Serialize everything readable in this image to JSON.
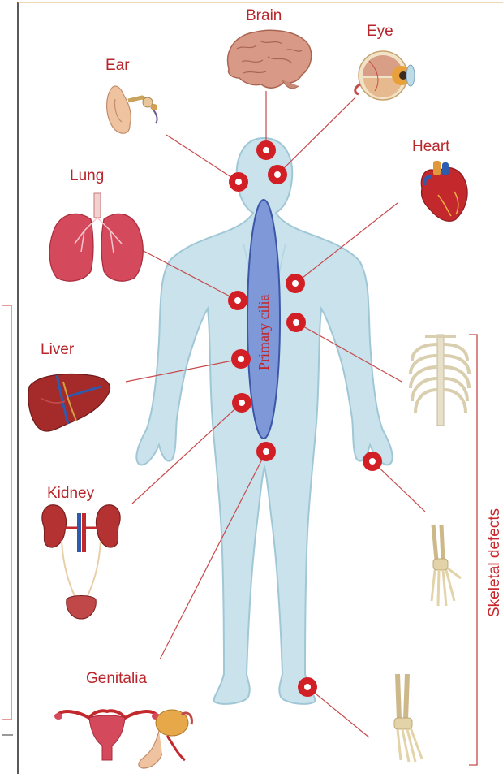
{
  "diagram": {
    "labels": {
      "brain": "Brain",
      "eye": "Eye",
      "ear": "Ear",
      "heart": "Heart",
      "lung": "Lung",
      "liver": "Liver",
      "kidney": "Kidney",
      "genitalia": "Genitalia",
      "skeletal": "Skeletal defects",
      "cilia": "Primary cilia"
    },
    "colors": {
      "body": "#c9e2ec",
      "body_outline": "#9fc7d6",
      "cilia_fill": "#7e98d8",
      "cilia_stroke": "#3d57a8",
      "marker_red": "#d21f26",
      "leader_line": "#c6494b",
      "label_red": "#b8262b"
    }
  }
}
